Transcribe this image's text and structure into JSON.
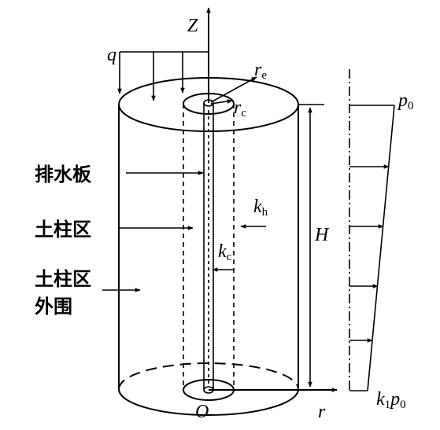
{
  "labels": {
    "z_axis": "Z",
    "q": "q",
    "re_main": "r",
    "re_sub": "e",
    "rc_main": "r",
    "rc_sub": "c",
    "drain": "排水板",
    "soil_column": "土柱区",
    "outer_line1": "土柱区",
    "outer_line2": "外围",
    "kh_main": "k",
    "kh_sub": "h",
    "kc_main": "k",
    "kc_sub": "c",
    "H": "H",
    "p0_main": "p",
    "p0_sub": "0",
    "k1p0_k": "k",
    "k1p0_k_sub": "1",
    "k1p0_p": "p",
    "k1p0_p_sub": "0",
    "origin": "O",
    "r_axis": "r"
  }
}
